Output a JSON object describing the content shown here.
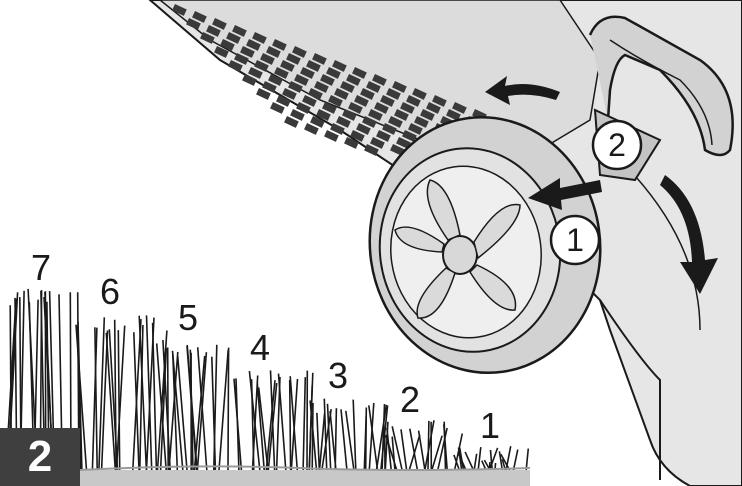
{
  "figure": {
    "number": "2"
  },
  "height_levels": [
    "1",
    "2",
    "3",
    "4",
    "5",
    "6",
    "7"
  ],
  "steps": [
    "1",
    "2"
  ],
  "colors": {
    "ink": "#1a1a1a",
    "wheel": "#d8d8d8",
    "tire": "#cfcfcf",
    "deck": "#e4e4e4",
    "ground": "#c8c8c8",
    "badge": "#3f3f3f"
  },
  "icons": [
    "arrow-icon",
    "wheel-icon",
    "grass-icon",
    "lever-icon"
  ]
}
